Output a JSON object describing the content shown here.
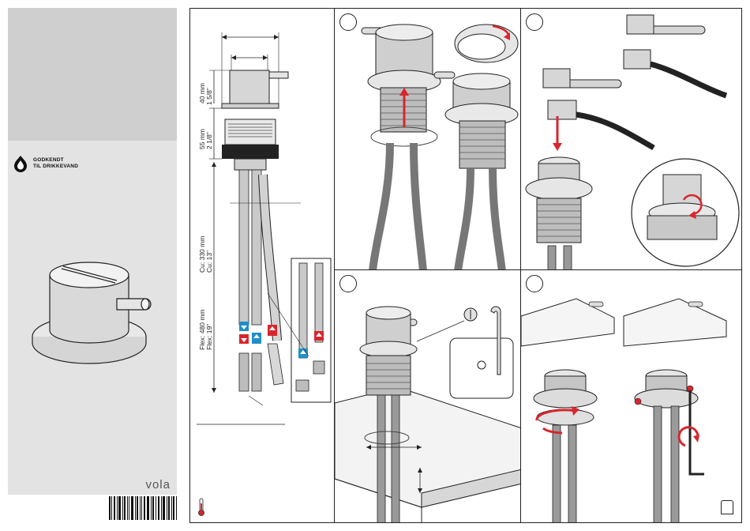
{
  "approval": {
    "line1": "GODKENDT",
    "line2": "TIL DRIKKEVAND"
  },
  "brand": "vola",
  "dimensions": {
    "head_height": "40 mm",
    "head_height_in": "1 5/8\"",
    "thread_height": "55 mm",
    "thread_height_in": "2 1/8\"",
    "cu_length": "Cu: 330 mm",
    "cu_length_in": "Cu: 13\"",
    "flex_length": "Flex: 480 mm",
    "flex_length_in": "Flex: 19\""
  },
  "colors": {
    "hot": "#d7262e",
    "cold": "#1f8ec9",
    "outline": "#222222",
    "panel_gray": "#e3e3e4"
  }
}
